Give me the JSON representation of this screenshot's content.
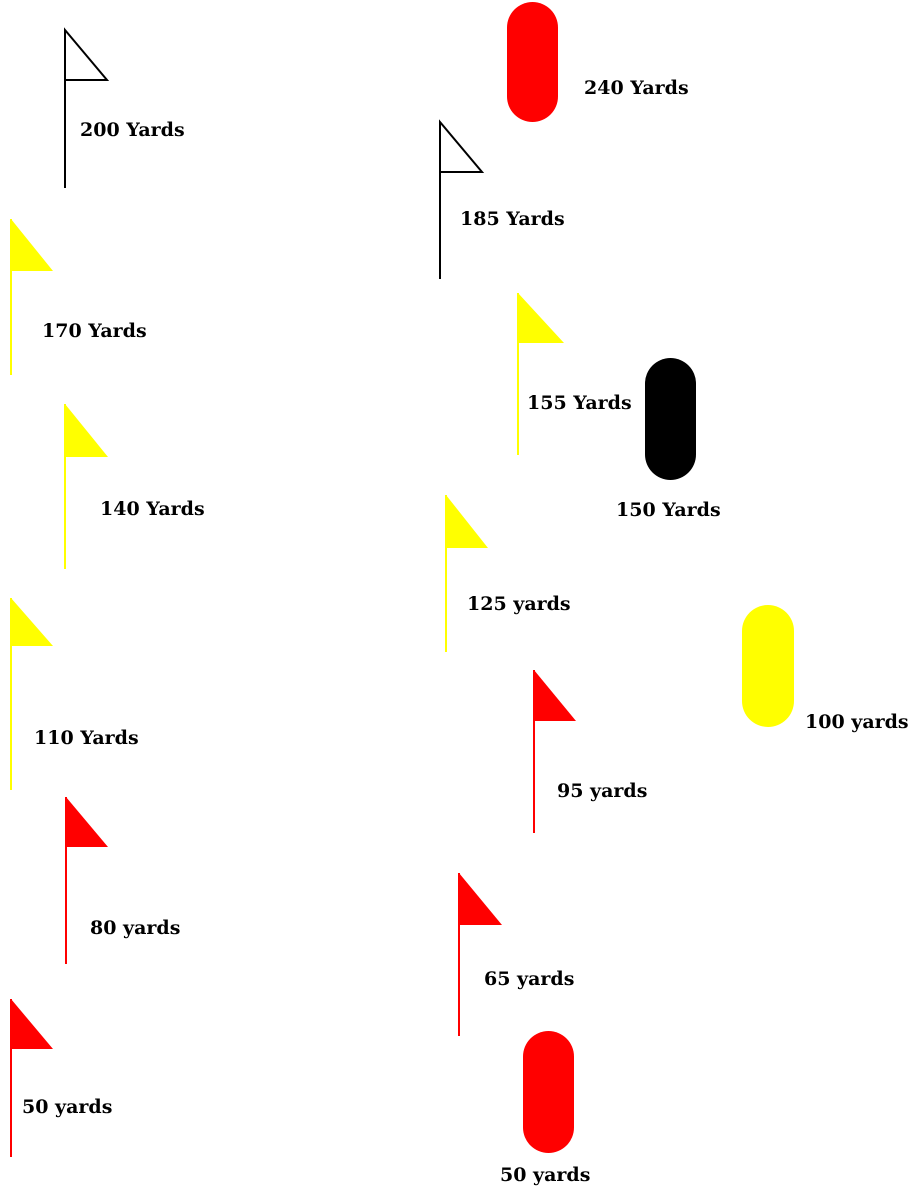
{
  "colors": {
    "outline": "#000000",
    "yellow": "#ffff00",
    "red": "#ff0000",
    "black": "#000000"
  },
  "flags": [
    {
      "id": "200",
      "label": "200 Yards",
      "color": "outline"
    },
    {
      "id": "170",
      "label": "170 Yards",
      "color": "yellow"
    },
    {
      "id": "140",
      "label": "140 Yards",
      "color": "yellow"
    },
    {
      "id": "110",
      "label": "110 Yards",
      "color": "yellow"
    },
    {
      "id": "80",
      "label": "80 yards",
      "color": "red"
    },
    {
      "id": "50-left",
      "label": "50 yards",
      "color": "red"
    },
    {
      "id": "185",
      "label": "185 Yards",
      "color": "outline"
    },
    {
      "id": "155",
      "label": "155 Yards",
      "color": "yellow"
    },
    {
      "id": "125",
      "label": "125 yards",
      "color": "yellow"
    },
    {
      "id": "95",
      "label": "95 yards",
      "color": "red"
    },
    {
      "id": "65",
      "label": "65 yards",
      "color": "red"
    }
  ],
  "markers": [
    {
      "id": "240",
      "label": "240 Yards",
      "color": "red"
    },
    {
      "id": "150",
      "label": "150 Yards",
      "color": "black"
    },
    {
      "id": "100",
      "label": "100 yards",
      "color": "yellow"
    },
    {
      "id": "50-right",
      "label": "50 yards",
      "color": "red"
    }
  ]
}
